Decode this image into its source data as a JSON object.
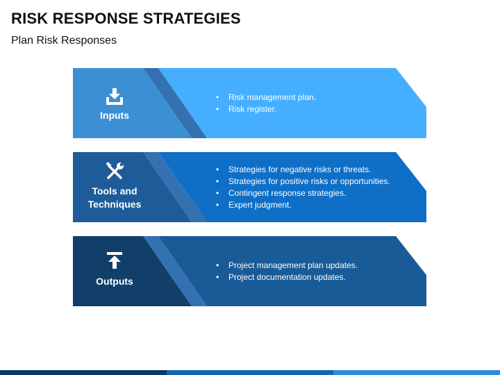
{
  "header": {
    "title": "RISK RESPONSE STRATEGIES",
    "subtitle": "Plan Risk Responses"
  },
  "rows": [
    {
      "label": "Inputs",
      "icon": "download-tray-icon",
      "colors": {
        "left": "#3D8FD4",
        "right": "#45AEFF",
        "connector": "#3471B0"
      },
      "bullets": [
        "Risk management plan.",
        "Risk register."
      ]
    },
    {
      "label": "Tools and Techniques",
      "icon": "tools-icon",
      "colors": {
        "left": "#1E5C99",
        "right": "#0F6FC6",
        "connector": "#3471B0"
      },
      "bullets": [
        "Strategies for negative risks or threats.",
        "Strategies for positive risks or opportunities.",
        "Contingent response strategies.",
        "Expert judgment."
      ]
    },
    {
      "label": "Outputs",
      "icon": "upload-arrow-icon",
      "colors": {
        "left": "#113F6A",
        "right": "#195B96",
        "connector": "#3471B0"
      },
      "bullets": [
        "Project management plan updates.",
        "Project documentation updates."
      ]
    }
  ],
  "footer_colors": [
    "#0B3768",
    "#1565B5",
    "#2E8BE0"
  ]
}
